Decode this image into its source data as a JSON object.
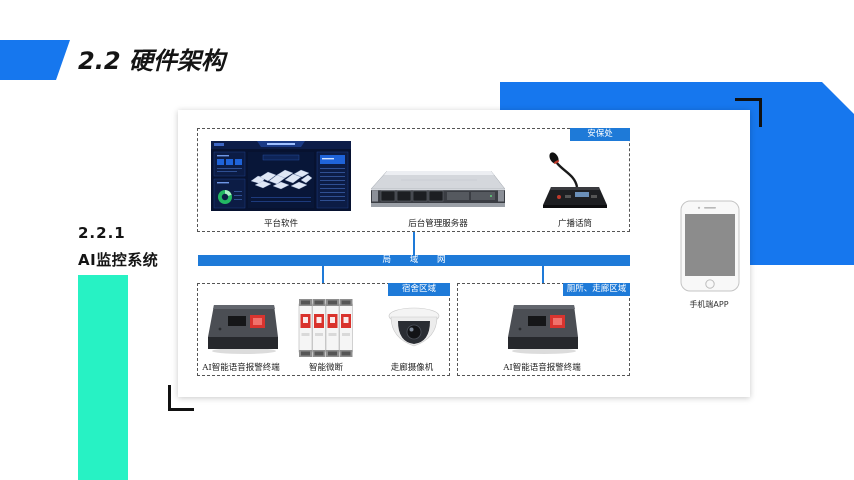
{
  "slide": {
    "title": "2.2 硬件架构",
    "section_number": "2.2.1",
    "section_title": "AI监控系统"
  },
  "colors": {
    "accent_blue": "#1677ee",
    "accent_green": "#27f2c4",
    "diagram_blue": "#1e7ad8"
  },
  "diagram": {
    "security_office": {
      "label": "安保处",
      "devices": [
        {
          "label": "平台软件",
          "icon": "dashboard-screen-image"
        },
        {
          "label": "后台管理服务器",
          "icon": "rack-server-image"
        },
        {
          "label": "广播话筒",
          "icon": "gooseneck-microphone-image"
        }
      ]
    },
    "lan": {
      "label": "局 域 网"
    },
    "dormitory_area": {
      "label": "宿舍区域",
      "devices": [
        {
          "label": "AI智能语音报警终端",
          "icon": "alarm-terminal-image"
        },
        {
          "label": "智能微断",
          "icon": "circuit-breaker-image"
        },
        {
          "label": "走廊摄像机",
          "icon": "dome-camera-image"
        }
      ]
    },
    "toilet_corridor_area": {
      "label": "厕所、走廊区域",
      "devices": [
        {
          "label": "AI智能语音报警终端",
          "icon": "alarm-terminal-image"
        }
      ]
    },
    "mobile_app": {
      "label": "手机端APP",
      "icon": "smartphone-image"
    }
  }
}
